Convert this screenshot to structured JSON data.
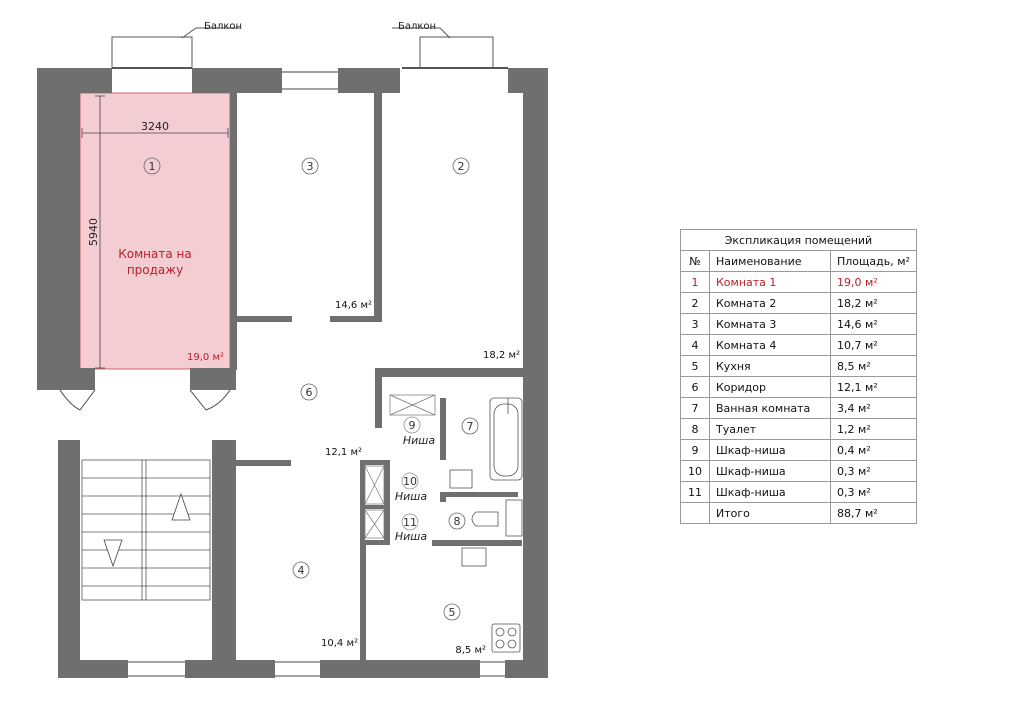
{
  "plan": {
    "balcony_left": "Балкон",
    "balcony_right": "Балкон",
    "dim_width": "3240",
    "dim_height": "5940",
    "room_for_sale_line1": "Комната на",
    "room_for_sale_line2": "продажу",
    "room_numbers": [
      "1",
      "2",
      "3",
      "4",
      "5",
      "6",
      "7",
      "8",
      "9",
      "10",
      "11"
    ],
    "niche_label": "Ниша",
    "areas": {
      "r1": "19,0 м²",
      "r2": "18,2 м²",
      "r3": "14,6 м²",
      "r4": "10,4 м²",
      "r5": "8,5 м²",
      "r6": "12,1 м²"
    }
  },
  "explication": {
    "title": "Экспликация помещений",
    "headers": [
      "№",
      "Наименование",
      "Площадь, м²"
    ],
    "rows": [
      {
        "n": "1",
        "name": "Комната 1",
        "area": "19,0 м²",
        "highlight": true
      },
      {
        "n": "2",
        "name": "Комната 2",
        "area": "18,2 м²"
      },
      {
        "n": "3",
        "name": "Комната 3",
        "area": "14,6 м²"
      },
      {
        "n": "4",
        "name": "Комната 4",
        "area": "10,7 м²"
      },
      {
        "n": "5",
        "name": "Кухня",
        "area": "8,5 м²"
      },
      {
        "n": "6",
        "name": "Коридор",
        "area": "12,1 м²"
      },
      {
        "n": "7",
        "name": "Ванная комната",
        "area": "3,4 м²"
      },
      {
        "n": "8",
        "name": "Туалет",
        "area": "1,2 м²"
      },
      {
        "n": "9",
        "name": "Шкаф-ниша",
        "area": "0,4 м²"
      },
      {
        "n": "10",
        "name": "Шкаф-ниша",
        "area": "0,3 м²"
      },
      {
        "n": "11",
        "name": "Шкаф-ниша",
        "area": "0,3 м²"
      }
    ],
    "total_label": "Итого",
    "total_area": "88,7 м²"
  },
  "colors": {
    "wall": "#6f6f6f",
    "highlight_fill": "#f4cdd3",
    "highlight_stroke": "#c0392b",
    "accent_text": "#b8202a"
  }
}
